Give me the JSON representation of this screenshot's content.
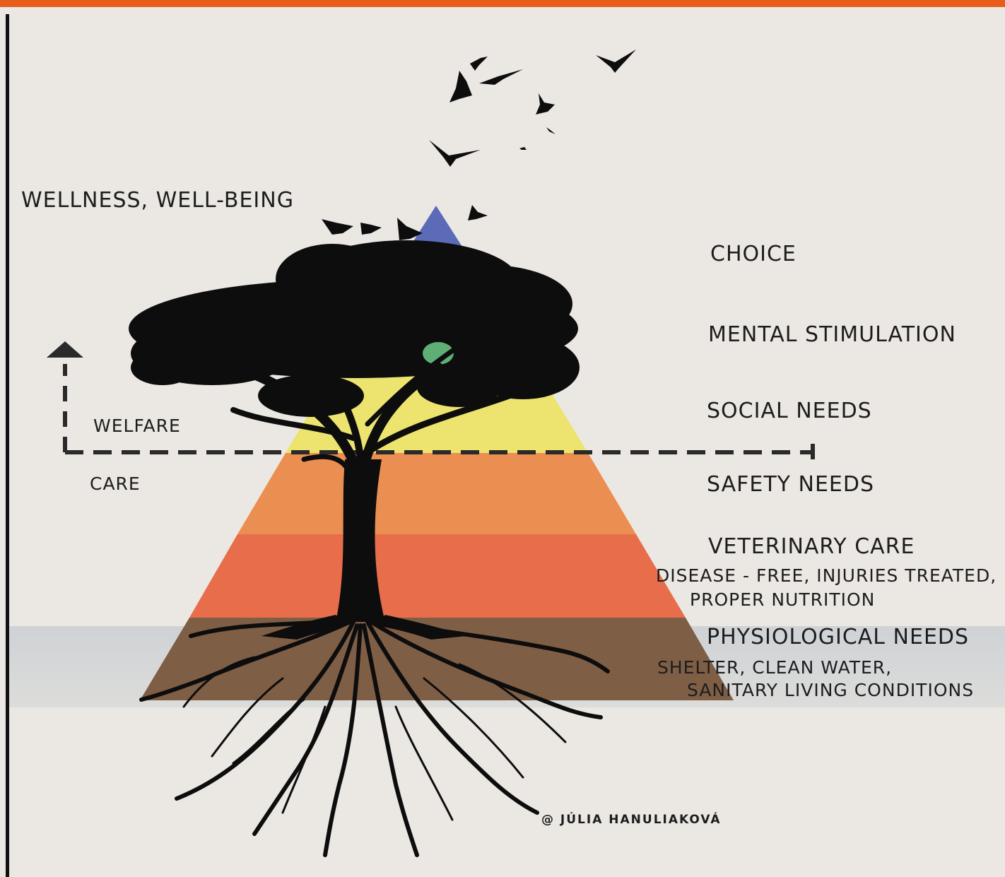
{
  "top_label": "WELLNESS, WELL-BEING",
  "threshold": {
    "above": "WELFARE",
    "below": "CARE"
  },
  "pyramid_levels": [
    {
      "label": "CHOICE",
      "description": "",
      "color": "#5c6bb8"
    },
    {
      "label": "MENTAL STIMULATION",
      "description": "",
      "color": "#5fae76"
    },
    {
      "label": "SOCIAL NEEDS",
      "description": "",
      "color": "#ece46e"
    },
    {
      "label": "SAFETY NEEDS",
      "description": "",
      "color": "#eb8e52"
    },
    {
      "label": "VETERINARY CARE",
      "description_line1": "DISEASE - FREE, INJURIES TREATED,",
      "description_line2": "PROPER NUTRITION",
      "color": "#e86d4b"
    },
    {
      "label": "PHYSIOLOGICAL NEEDS",
      "description_line1": "SHELTER, CLEAN WATER,",
      "description_line2": "SANITARY LIVING CONDITIONS",
      "color": "#7f5e46"
    }
  ],
  "credit": "@ JÚLIA HANULIAKOVÁ",
  "colors": {
    "frame_accent": "#e85d1c",
    "background": "#ebe8e3",
    "silhouette": "#0d0d0d"
  }
}
